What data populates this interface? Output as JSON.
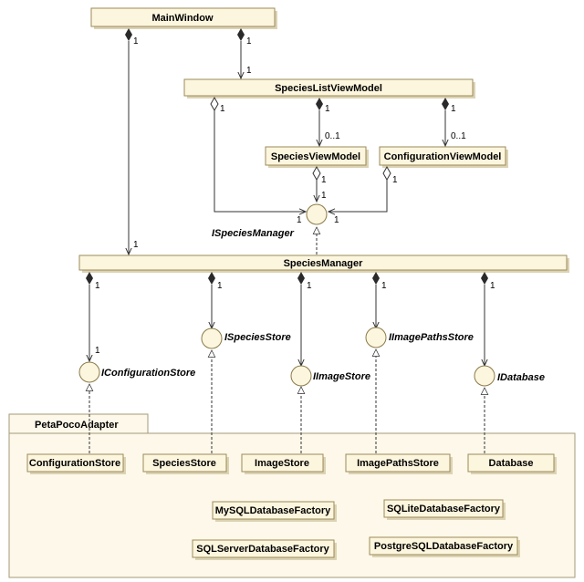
{
  "classes": {
    "main_window": "MainWindow",
    "species_list_view_model": "SpeciesListViewModel",
    "species_view_model": "SpeciesViewModel",
    "configuration_view_model": "ConfigurationViewModel",
    "species_manager": "SpeciesManager",
    "configuration_store": "ConfigurationStore",
    "species_store": "SpeciesStore",
    "image_store": "ImageStore",
    "image_paths_store": "ImagePathsStore",
    "database": "Database",
    "mysql_factory": "MySQLDatabaseFactory",
    "sqlite_factory": "SQLiteDatabaseFactory",
    "sqlserver_factory": "SQLServerDatabaseFactory",
    "postgresql_factory": "PostgreSQLDatabaseFactory"
  },
  "interfaces": {
    "species_manager": "ISpeciesManager",
    "configuration_store": "IConfigurationStore",
    "species_store": "ISpeciesStore",
    "image_store": "IImageStore",
    "image_paths_store": "IImagePathsStore",
    "database": "IDatabase"
  },
  "package": {
    "name": "PetaPocoAdapter"
  },
  "multiplicities": {
    "one": "1",
    "zero_to_one": "0..1"
  }
}
